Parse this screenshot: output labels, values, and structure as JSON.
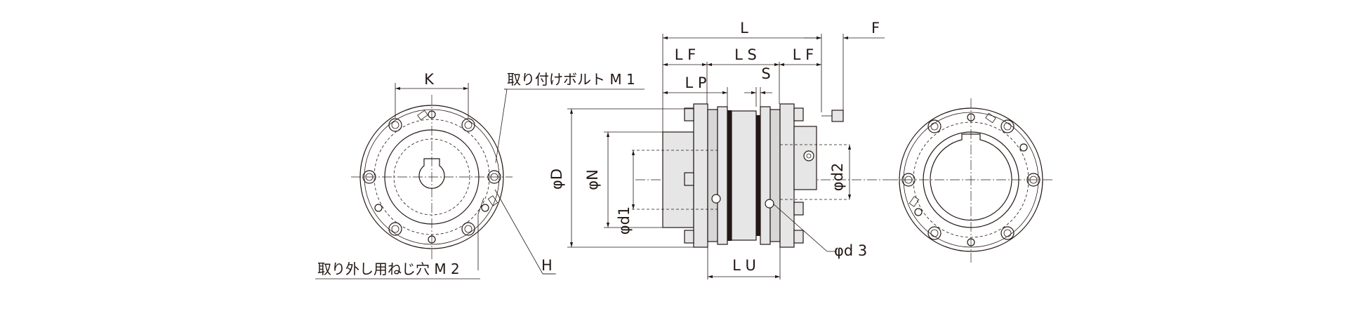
{
  "labels": {
    "L": "L",
    "F": "F",
    "LF_left": "L F",
    "LS": "L S",
    "LF_right": "L F",
    "LP": "L P",
    "S": "S",
    "K": "K",
    "D": "φD",
    "N": "φN",
    "d1": "φd1",
    "d2": "φd2",
    "d3": "φd 3",
    "LU": "L U",
    "H": "H",
    "M1": "取り付けボルト M 1",
    "M2": "取り外し用ねじ穴 M 2"
  }
}
